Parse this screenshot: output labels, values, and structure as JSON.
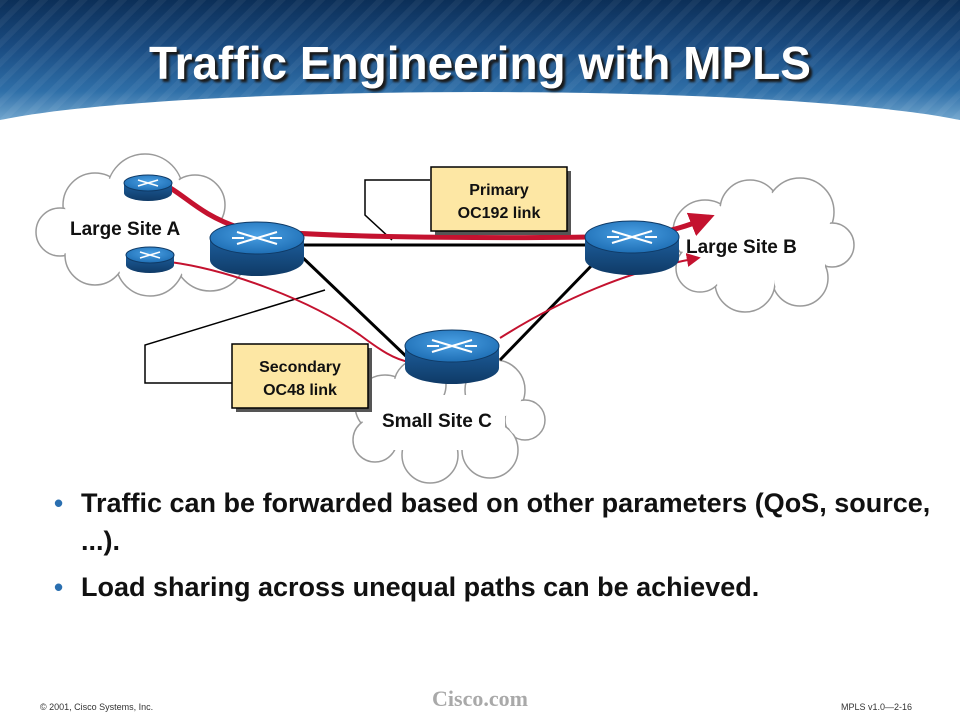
{
  "title": "Traffic Engineering with MPLS",
  "diagram": {
    "sites": {
      "a": "Large Site A",
      "b": "Large Site B",
      "c": "Small Site C"
    },
    "callouts": {
      "primary": [
        "Primary",
        "OC192 link"
      ],
      "secondary": [
        "Secondary",
        "OC48 link"
      ]
    },
    "colors": {
      "primary_path": "#c4122f",
      "secondary_path": "#c4122f",
      "router_top": "#2a7dc6",
      "callout_fill": "#fde7a4"
    }
  },
  "bullets": [
    "Traffic can be forwarded based on other parameters (QoS, source, ...).",
    "Load sharing across unequal paths can be achieved."
  ],
  "footer": {
    "copyright": "© 2001, Cisco Systems, Inc.",
    "brand": "Cisco.com",
    "slide_id": "MPLS v1.0—2-16"
  }
}
